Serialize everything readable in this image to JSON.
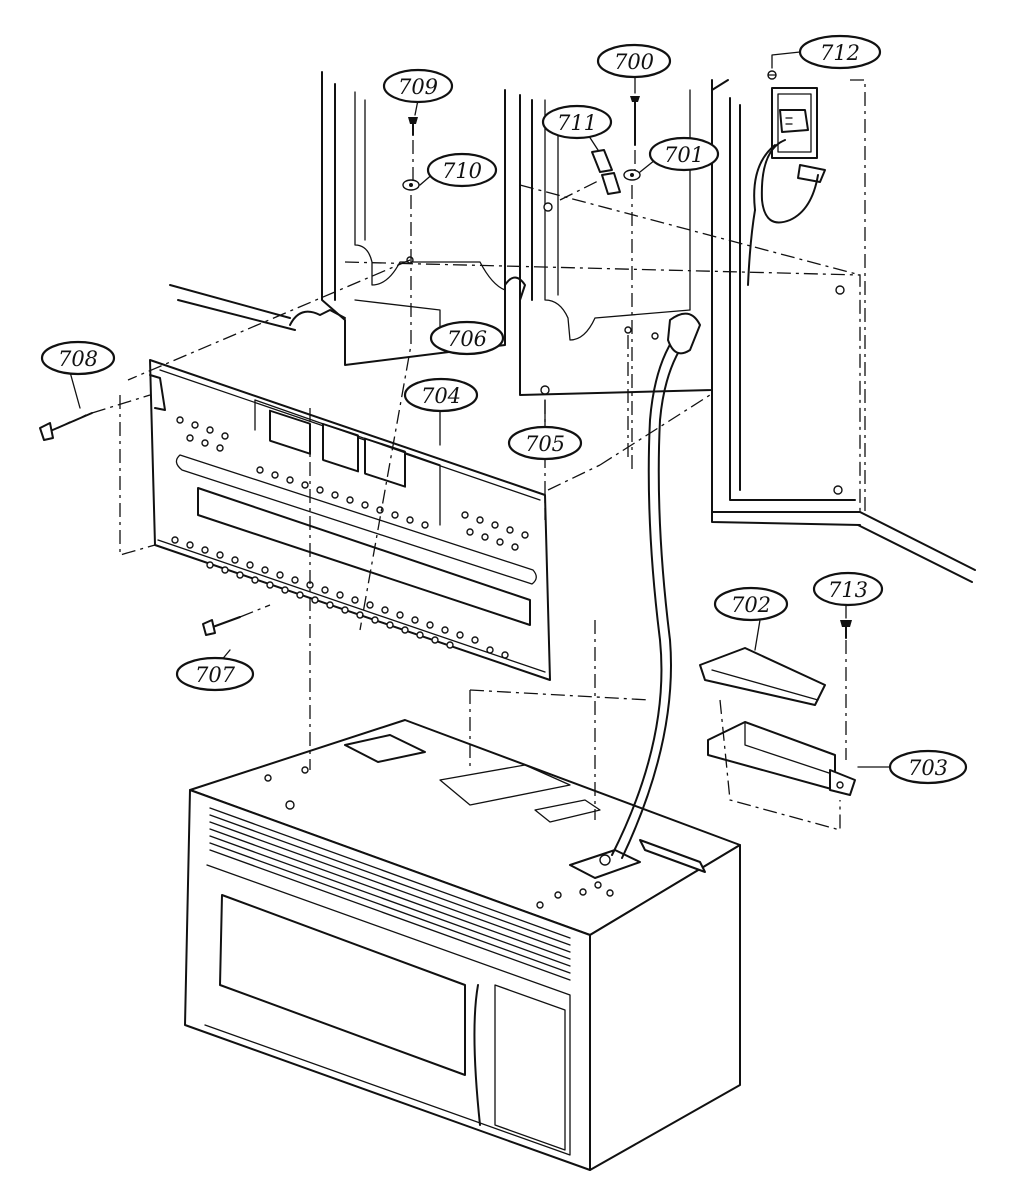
{
  "callouts": [
    {
      "id": "700",
      "label": "700"
    },
    {
      "id": "701",
      "label": "701"
    },
    {
      "id": "702",
      "label": "702"
    },
    {
      "id": "703",
      "label": "703"
    },
    {
      "id": "704",
      "label": "704"
    },
    {
      "id": "705",
      "label": "705"
    },
    {
      "id": "706",
      "label": "706"
    },
    {
      "id": "707",
      "label": "707"
    },
    {
      "id": "708",
      "label": "708"
    },
    {
      "id": "709",
      "label": "709"
    },
    {
      "id": "710",
      "label": "710"
    },
    {
      "id": "711",
      "label": "711"
    },
    {
      "id": "712",
      "label": "712"
    },
    {
      "id": "713",
      "label": "713"
    }
  ]
}
